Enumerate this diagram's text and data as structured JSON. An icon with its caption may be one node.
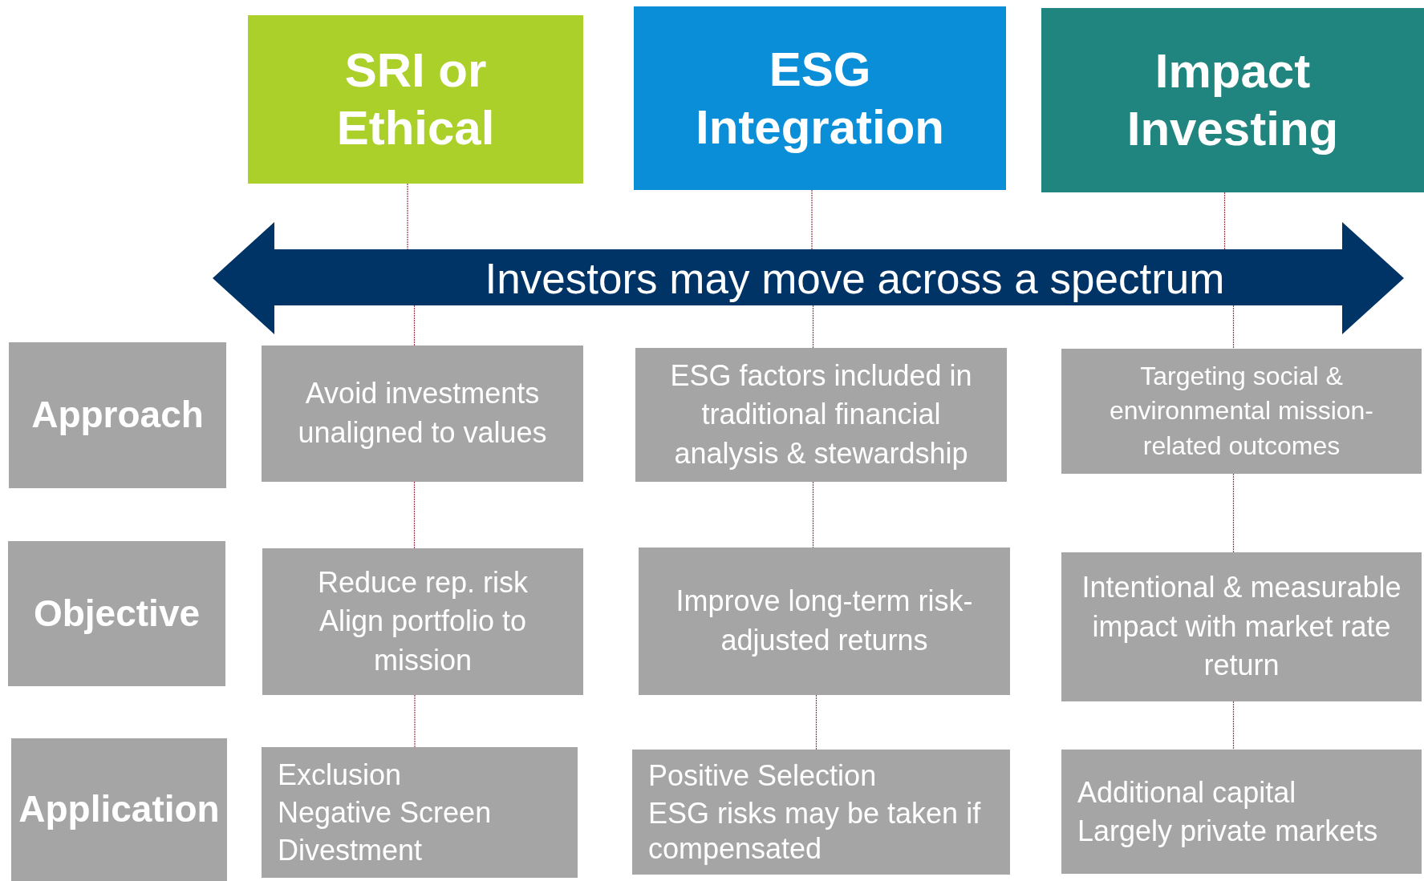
{
  "diagram": {
    "nodes": [
      {
        "text": [
          "SRI or Ethical"
        ]
      },
      {
        "text": [
          "ESG Integration"
        ]
      },
      {
        "text": [
          "Impact Investing"
        ]
      },
      {
        "text": [
          "Investors may move across a spectrum"
        ]
      },
      {
        "text": [
          "Approach"
        ]
      },
      {
        "text": [
          "Avoid investments unaligned to values"
        ]
      },
      {
        "text": [
          "ESG factors included in traditional financial analysis & stewardship"
        ]
      },
      {
        "text": [
          "Targeting social & environmental mission-related outcomes"
        ]
      },
      {
        "text": [
          "Objective"
        ]
      },
      {
        "text": [
          "Reduce rep. risk",
          "Align portfolio to mission"
        ]
      },
      {
        "text": [
          "Improve long-term risk-adjusted returns"
        ]
      },
      {
        "text": [
          "Intentional & measurable impact with market rate return"
        ]
      },
      {
        "text": [
          "Application"
        ]
      },
      {
        "text": [
          "Exclusion",
          "Negative Screen",
          "Divestment"
        ]
      },
      {
        "text": [
          "Positive Selection",
          "ESG risks may be taken if compensated"
        ]
      },
      {
        "text": [
          "Additional capital",
          "Largely private markets"
        ]
      }
    ],
    "edges": [
      {
        "from": 0,
        "to": 3,
        "arrow": "none"
      },
      {
        "from": 3,
        "to": 5,
        "arrow": "none"
      },
      {
        "from": 5,
        "to": 9,
        "arrow": "none"
      },
      {
        "from": 9,
        "to": 13,
        "arrow": "none"
      },
      {
        "from": 1,
        "to": 3,
        "arrow": "none"
      },
      {
        "from": 3,
        "to": 6,
        "arrow": "none"
      },
      {
        "from": 6,
        "to": 10,
        "arrow": "none"
      },
      {
        "from": 10,
        "to": 14,
        "arrow": "none"
      },
      {
        "from": 2,
        "to": 3,
        "arrow": "none"
      },
      {
        "from": 3,
        "to": 7,
        "arrow": "none"
      },
      {
        "from": 7,
        "to": 11,
        "arrow": "none"
      },
      {
        "from": 11,
        "to": 15,
        "arrow": "none"
      }
    ]
  }
}
